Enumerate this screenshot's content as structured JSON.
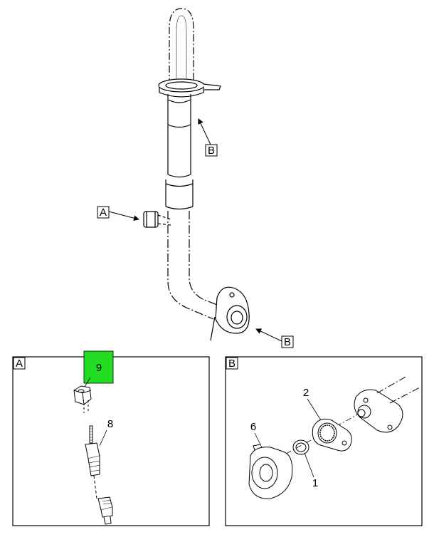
{
  "main_view": {
    "hose_callouts": [
      {
        "id": "callout-b-upper",
        "text": "B"
      },
      {
        "id": "callout-a",
        "text": "A"
      },
      {
        "id": "callout-b-lower",
        "text": "B"
      }
    ]
  },
  "detail_a": {
    "frame_label": "A",
    "highlight_color": "#22dd22",
    "parts": [
      {
        "number": "9",
        "highlighted": true
      },
      {
        "number": "8",
        "highlighted": false
      }
    ]
  },
  "detail_b": {
    "frame_label": "B",
    "parts": [
      {
        "number": "2"
      },
      {
        "number": "6"
      },
      {
        "number": "1"
      }
    ]
  }
}
